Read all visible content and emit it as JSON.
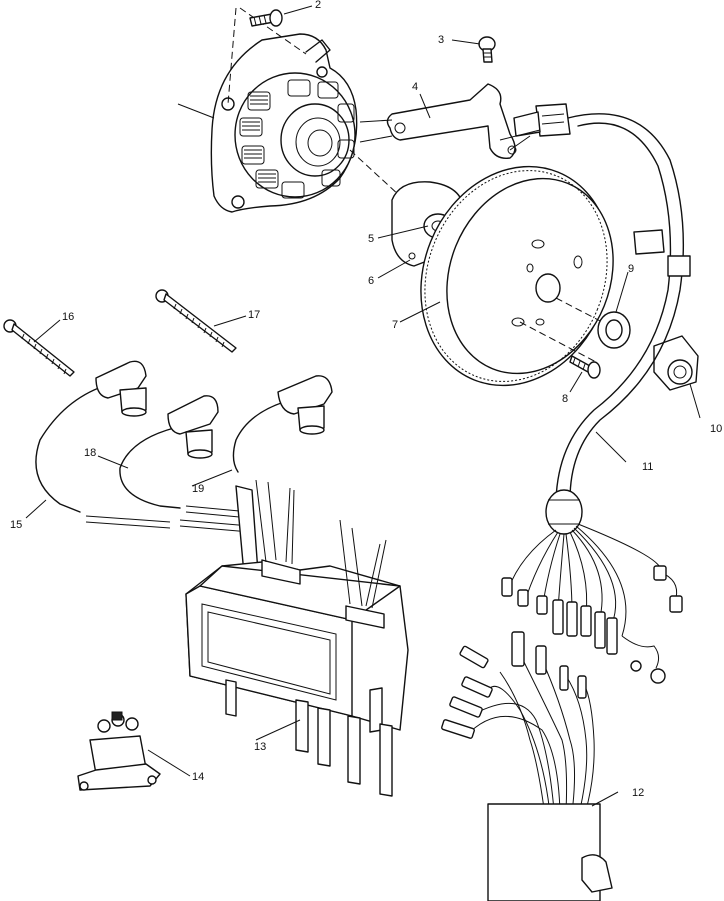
{
  "callouts": [
    {
      "id": "c2",
      "text": "2"
    },
    {
      "id": "c3",
      "text": "3"
    },
    {
      "id": "c4",
      "text": "4"
    },
    {
      "id": "c5",
      "text": "5"
    },
    {
      "id": "c6",
      "text": "6"
    },
    {
      "id": "c7",
      "text": "7"
    },
    {
      "id": "c8",
      "text": "8"
    },
    {
      "id": "c9",
      "text": "9"
    },
    {
      "id": "c10",
      "text": "10"
    },
    {
      "id": "c11",
      "text": "11"
    },
    {
      "id": "c12",
      "text": "12"
    },
    {
      "id": "c13",
      "text": "13"
    },
    {
      "id": "c14",
      "text": "14"
    },
    {
      "id": "c15",
      "text": "15"
    },
    {
      "id": "c16",
      "text": "16"
    },
    {
      "id": "c17",
      "text": "17"
    },
    {
      "id": "c18",
      "text": "18"
    },
    {
      "id": "c19",
      "text": "19"
    }
  ],
  "colors": {
    "line": "#111111",
    "background": "#ffffff"
  }
}
